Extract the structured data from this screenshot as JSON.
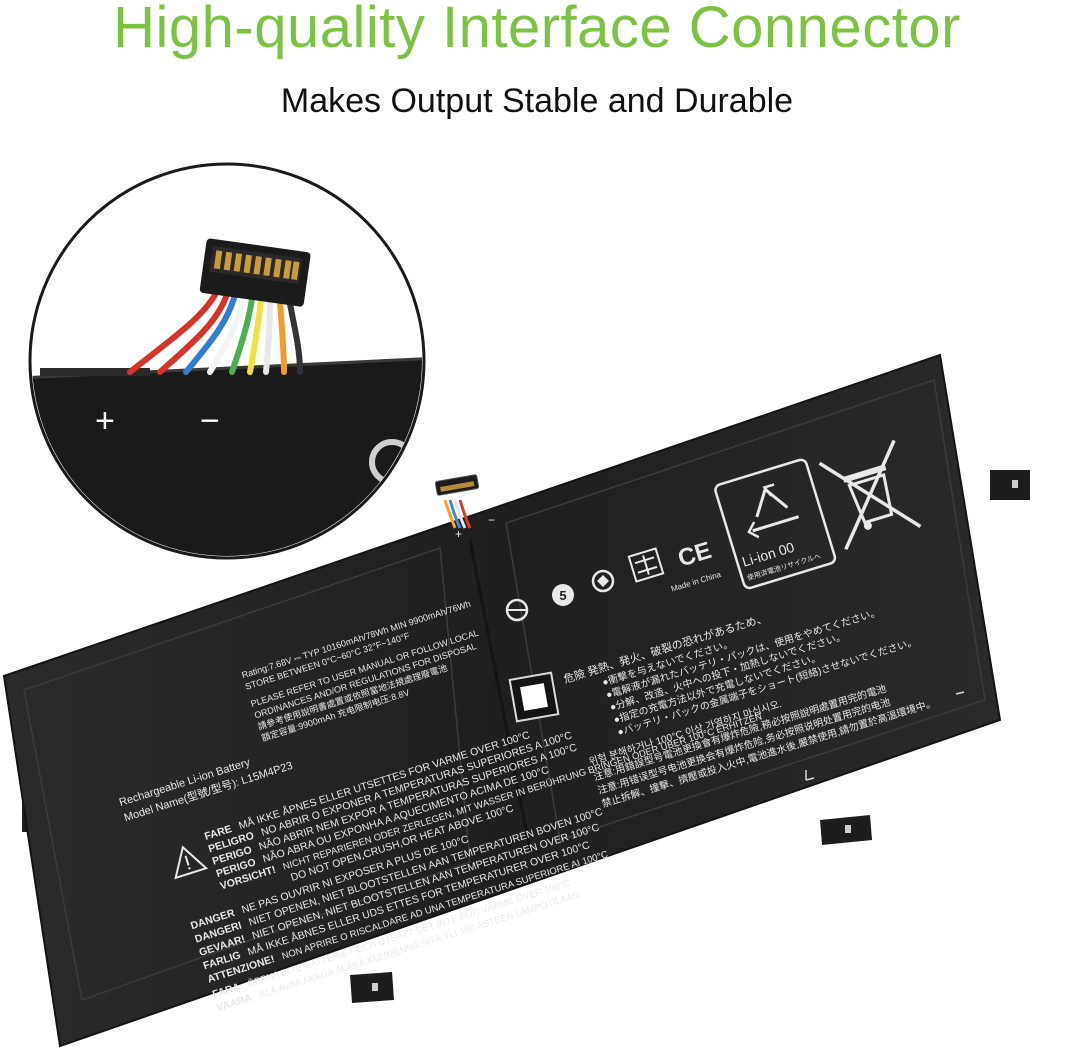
{
  "headline": {
    "text": "High-quality Interface Connector",
    "color": "#7dc242"
  },
  "subheadline": "Makes Output Stable and Durable",
  "zoom_inset": {
    "plus": "+",
    "minus": "−"
  },
  "battery": {
    "pin_plus": "+",
    "pin_minus": "−",
    "product_name": "Rechargeable Li-ion Battery",
    "model_line": "Model Name(型號/型号): L15M4P23",
    "rating_lines": [
      "Rating:7.68V ⎓ TYP 10160mAh/78Wh MIN 9900mAh/76Wh",
      "STORE BETWEEN 0°C~60°C 32°F~140°F",
      "PLEASE REFER TO USER MANUAL OR FOLLOW LOCAL",
      "ORDINANCES AND/OR REGULATIONS FOR DISPOSAL",
      "請參考使用說明書處置或依照當地法規處理廢電池",
      "額定容量:9900mAh   充电限制电压:8.8V"
    ],
    "warnings": [
      {
        "label": "FARE",
        "text": "MÅ IKKE ÅPNES ELLER UTSETTES FOR VARME OVER 100°C"
      },
      {
        "label": "PELIGRO",
        "text": "NO ABRIR O EXPONER A TEMPERATURAS SUPERIORES A 100°C"
      },
      {
        "label": "PERIGO",
        "text": "NÃO ABRIR NEM EXPOR A TEMPERATURAS SUPERIORES A 100°C"
      },
      {
        "label": "PERIGO",
        "text": "NÃO ABRA OU EXPONHA A AQUECIMENTO ACIMA DE 100°C"
      },
      {
        "label": "VORSICHT!",
        "text": "NICHT REPARIEREN ODER ZERLEGEN, MIT WASSER IN BERÜHRUNG BRINGEN ODER ÜBER 100°C ERHITZEN"
      },
      {
        "label": "",
        "text": "DO NOT OPEN,CRUSH,OR HEAT ABOVE 100°C"
      },
      {
        "label": "DANGER",
        "text": "NE PAS OUVRIR NI EXPOSER A PLUS DE 100°C"
      },
      {
        "label": "DANGERI",
        "text": "NIET OPENEN, NIET BLOOTSTELLEN AAN TEMPERATUREN BOVEN 100°C"
      },
      {
        "label": "GEVAAR!",
        "text": "NIET OPENEN, NIET BLOOTSTELLEN AAN TEMPERATUREN OVER 100°C"
      },
      {
        "label": "FARLIG",
        "text": "MÅ IKKE ÅBNES ELLER UDS ETTES FOR TEMPERATURER OVER 100°C"
      },
      {
        "label": "ATTENZIONE!",
        "text": "NON APRIRE O RISCALDARE AD UNA TEMPERATURA SUPERIORE AI 100°C"
      },
      {
        "label": "FARA",
        "text": "ÖPPNA INTE BATTERIET OCH UTSÄTT DET INTE FÖR VÄRME ÖVER 100°C"
      },
      {
        "label": "VAARA",
        "text": "ÄLÄ AVAA AKKUA ÄLÄKÄ KUUMENNA SITÄ YLI 100 ASTEEN LÄMPÖTILAAN"
      }
    ],
    "asian_header": "危險  発熱、発火、破裂の恐れがあるため、",
    "asian_lines": [
      "●衝撃を与えないでください。",
      "●電解液が漏れたバッテリ・パックは、使用をやめてください。",
      "●分解、改造、火中への投下・加熱しないでください。",
      "●指定の充電方法以外で充電しないでください。",
      "●バッテリ・パックの金属端子をショート(短絡)させないでください。",
      "위험 분해하거나 100°C 이상 가열하지 마십시오.",
      "注意:用錯誤型号電池更換會有爆炸危險,務必按照說明處置用完的電池",
      "注意:用错误型号电池更换会有爆炸危险,务必按照说明处置用完的电池",
      "禁止拆解、撞擊、擠壓或投入火中,電池進水後,嚴禁使用,請勿置於高溫環境中。"
    ],
    "liion_label": "Li-ion 00",
    "liion_sub": "使用済電池リサイクルへ",
    "made_in": "Made in China",
    "ce_mark": "CE",
    "badge_5": "5"
  }
}
